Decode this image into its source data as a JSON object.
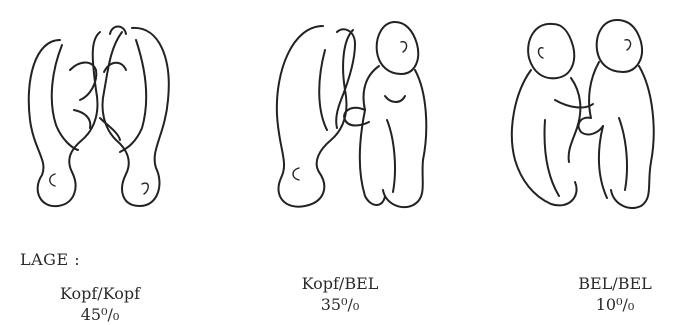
{
  "labels": {
    "lage": "LAGE :",
    "panels": [
      {
        "title": "Kopf/Kopf",
        "percent": "45⁰/₀"
      },
      {
        "title": "Kopf/BEL",
        "percent": "35⁰/₀"
      },
      {
        "title": "BEL/BEL",
        "percent": "10⁰/₀"
      }
    ]
  }
}
